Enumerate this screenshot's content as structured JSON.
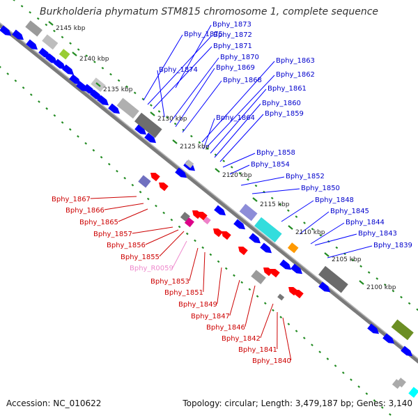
{
  "title": "Burkholderia phymatum STM815 chromosome 1, complete sequence",
  "footer": {
    "accession": "Accession: NC_010622",
    "topology": "Topology: circular; Length: 3,479,187 bp; Genes: 3,140"
  },
  "colors": {
    "forward_gene": "#0000ff",
    "reverse_gene": "#ff0000",
    "rna_gene": "#ee82c9",
    "backbone": "#808080",
    "tick": "#228b22",
    "label_forward": "#0000cc",
    "label_reverse": "#cc0000",
    "label_rna": "#ee88cc"
  },
  "kbp_ticks": [
    "2145 kbp",
    "2140 kbp",
    "2135 kbp",
    "2130 kbp",
    "2125 kbp",
    "2120 kbp",
    "2115 kbp",
    "2110 kbp",
    "2105 kbp",
    "2100 kbp"
  ],
  "forward_labels": [
    "Bphy_1873",
    "Bphy_1875",
    "Bphy_1872",
    "Bphy_1871",
    "Bphy_1874",
    "Bphy_1870",
    "Bphy_1869",
    "Bphy_1868",
    "Bphy_1863",
    "Bphy_1862",
    "Bphy_1861",
    "Bphy_1860",
    "Bphy_1864",
    "Bphy_1859",
    "Bphy_1858",
    "Bphy_1854",
    "Bphy_1852",
    "Bphy_1850",
    "Bphy_1848",
    "Bphy_1845",
    "Bphy_1844",
    "Bphy_1843",
    "Bphy_1839"
  ],
  "reverse_labels": [
    "Bphy_1867",
    "Bphy_1866",
    "Bphy_1865",
    "Bphy_1857",
    "Bphy_1856",
    "Bphy_1855",
    "Bphy_R0059",
    "Bphy_1853",
    "Bphy_1851",
    "Bphy_1849",
    "Bphy_1847",
    "Bphy_1846",
    "Bphy_1842",
    "Bphy_1841",
    "Bphy_1840"
  ]
}
